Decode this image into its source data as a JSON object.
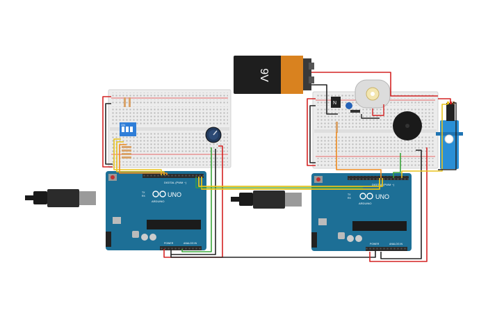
{
  "battery": {
    "label": "9V"
  },
  "ic": {
    "label": "N"
  },
  "dip_switch": {
    "label": "ON"
  },
  "arduino_left": {
    "logo_text": "ARDUINO",
    "model": "UNO",
    "header_label": "DIGITAL (PWM ~)",
    "power_label": "POWER",
    "analog_label": "ANALOG IN",
    "tx_label": "TX",
    "rx_label": "RX"
  },
  "arduino_right": {
    "logo_text": "ARDUINO",
    "model": "UNO",
    "header_label": "DIGITAL (PWM ~)",
    "power_label": "POWER",
    "analog_label": "ANALOG IN",
    "tx_label": "TX",
    "rx_label": "RX"
  },
  "colors": {
    "board_blue": "#1d6f96",
    "breadboard": "#f2f2f2",
    "wire_red": "#d32222",
    "wire_green": "#3aa53a",
    "wire_yellow": "#e8c21a",
    "wire_orange": "#ef8a1e",
    "wire_black": "#222222",
    "battery_body": "#222222",
    "battery_cap": "#d9821f",
    "servo": "#2a8fd6"
  }
}
